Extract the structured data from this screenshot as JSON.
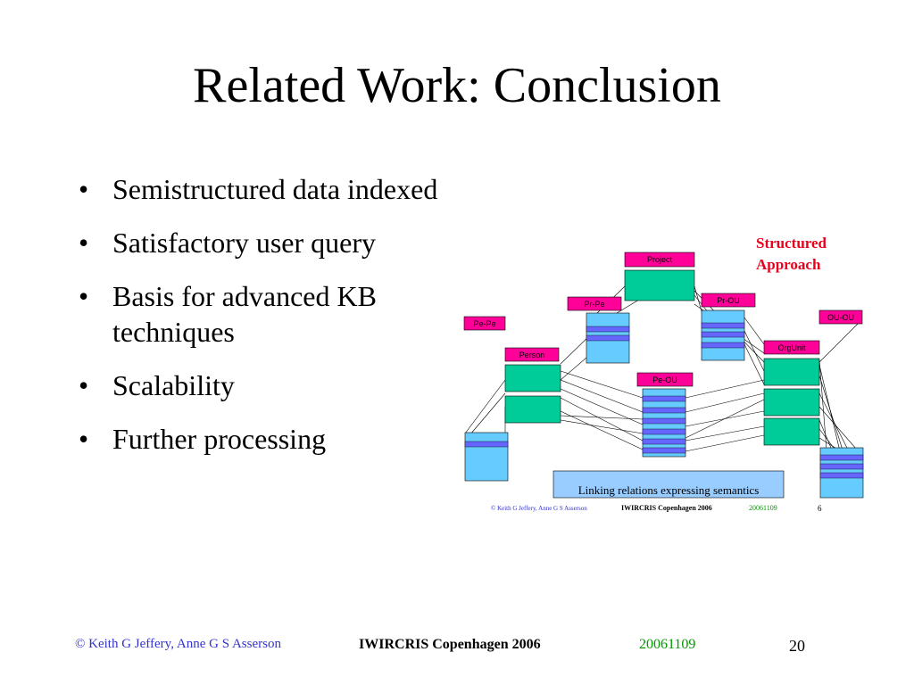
{
  "slide": {
    "title": "Related Work: Conclusion",
    "bullets": [
      "Semistructured data indexed",
      "Satisfactory user query",
      "Basis for advanced KB techniques",
      "Scalability",
      "Further processing"
    ],
    "bullet_glyph": "•"
  },
  "diagram": {
    "annotation": [
      "Structured",
      "Approach"
    ],
    "annotation_color": "#e8001c",
    "entities": {
      "project": "Project",
      "person": "Person",
      "orgunit": "OrgUnit"
    },
    "relations": {
      "pr_pe": "Pr-Pe",
      "pr_ou": "Pr-OU",
      "pe_pe": "Pe-Pe",
      "pe_ou": "Pe-OU",
      "ou_ou": "OU-OU"
    },
    "caption": "Linking relations expressing semantics",
    "inner_footer": {
      "author": "© Keith G Jeffery, Anne G S Asserson",
      "conference": "IWIRCRIS Copenhagen 2006",
      "date": "20061109",
      "page": "6"
    },
    "colors": {
      "entity": "#00cc99",
      "relation": "#66ccff",
      "relation_row": "#6666ff",
      "label": "#ff0099",
      "caption_box": "#99ccff"
    }
  },
  "footer": {
    "author": "© Keith G Jeffery, Anne G S Asserson",
    "conference": "IWIRCRIS Copenhagen 2006",
    "date": "20061109",
    "page": "20"
  }
}
